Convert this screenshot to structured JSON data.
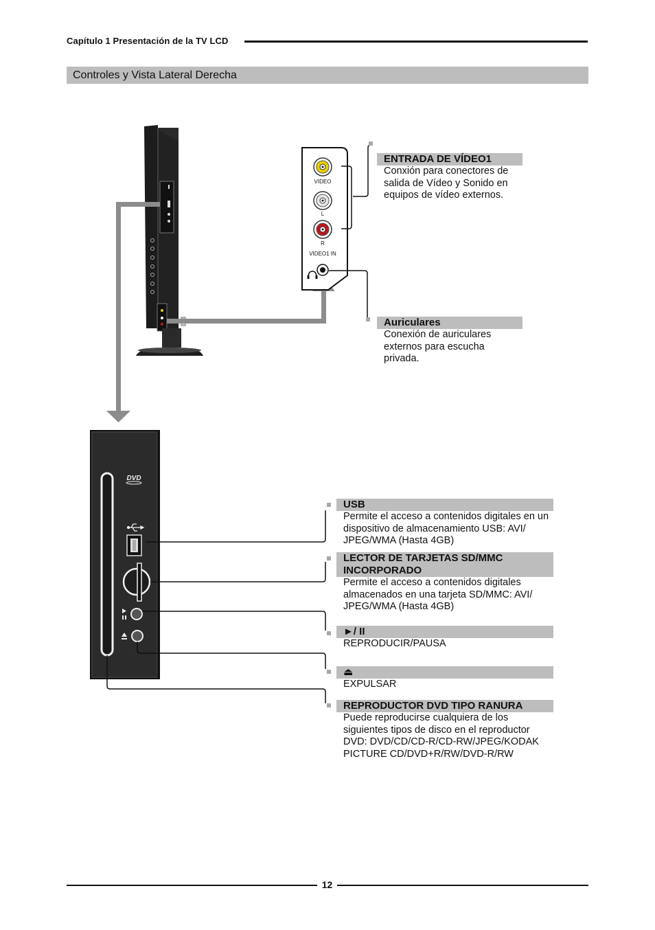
{
  "header": {
    "chapter": "Capítulo 1 Presentación de la TV LCD"
  },
  "section": {
    "title": "Controles y Vista Lateral Derecha"
  },
  "panel_labels": {
    "video": "VIDEO",
    "left": "L",
    "right": "R",
    "video1_in": "VIDEO1 IN",
    "dvd_logo": "DVD"
  },
  "callouts": {
    "video_in": {
      "title": "ENTRADA DE VÍDEO1",
      "lines": [
        "Conxión para conectores de",
        "salida de Vídeo y Sonido en",
        "equipos de vídeo externos."
      ]
    },
    "headphones": {
      "title": "Auriculares",
      "lines": [
        "Conexión de auriculares",
        "externos para escucha",
        "privada."
      ]
    },
    "usb": {
      "title": "USB",
      "lines": [
        "Permite el acceso a contenidos digitales en un",
        "dispositivo de almacenamiento USB: AVI/",
        "JPEG/WMA (Hasta 4GB)"
      ]
    },
    "card_reader": {
      "title_lines": [
        "LECTOR DE TARJETAS SD/MMC",
        "INCORPORADO"
      ],
      "lines": [
        "Permite el acceso a contenidos digitales",
        "almacenados en una tarjeta SD/MMC: AVI/",
        "JPEG/WMA (Hasta 4GB)"
      ]
    },
    "play_pause": {
      "title": "►/ II",
      "lines": [
        "REPRODUCIR/PAUSA"
      ]
    },
    "eject": {
      "title": "⏏",
      "lines": [
        "EXPULSAR"
      ]
    },
    "dvd_slot": {
      "title": "REPRODUCTOR DVD TIPO RANURA",
      "lines": [
        "Puede reproducirse cualquiera de los",
        "siguientes tipos de disco en el reproductor",
        "DVD: DVD/CD/CD-R/CD-RW/JPEG/KODAK",
        "PICTURE CD/DVD+R/RW/DVD-R/RW"
      ]
    }
  },
  "footer": {
    "page_number": "12"
  },
  "colors": {
    "section_bar": "#bdbdbd",
    "arrow_gray": "#8c8c8c",
    "rca_yellow": "#e8d200",
    "rca_red": "#c0141c",
    "panel_dark": "#2b2b2b"
  }
}
